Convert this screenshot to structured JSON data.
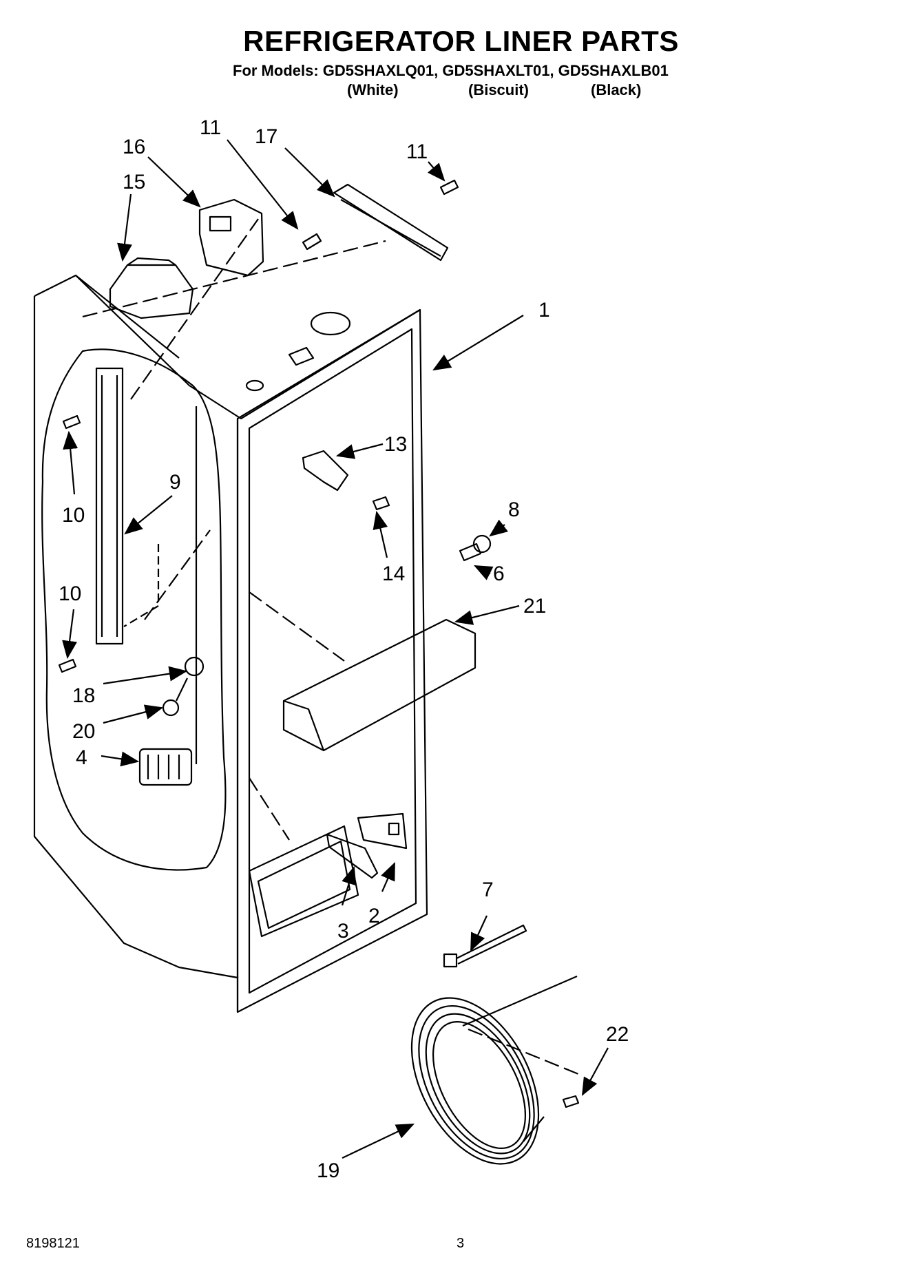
{
  "header": {
    "title": "REFRIGERATOR LINER PARTS",
    "models_line": "For Models: GD5SHAXLQ01, GD5SHAXLT01, GD5SHAXLB01",
    "variants": [
      "(White)",
      "(Biscuit)",
      "(Black)"
    ]
  },
  "callouts": [
    "1",
    "2",
    "3",
    "4",
    "6",
    "7",
    "8",
    "9",
    "10",
    "10",
    "11",
    "11",
    "13",
    "14",
    "15",
    "16",
    "17",
    "18",
    "19",
    "20",
    "21",
    "22"
  ],
  "footer": {
    "doc_number": "8198121",
    "page_number": "3"
  }
}
